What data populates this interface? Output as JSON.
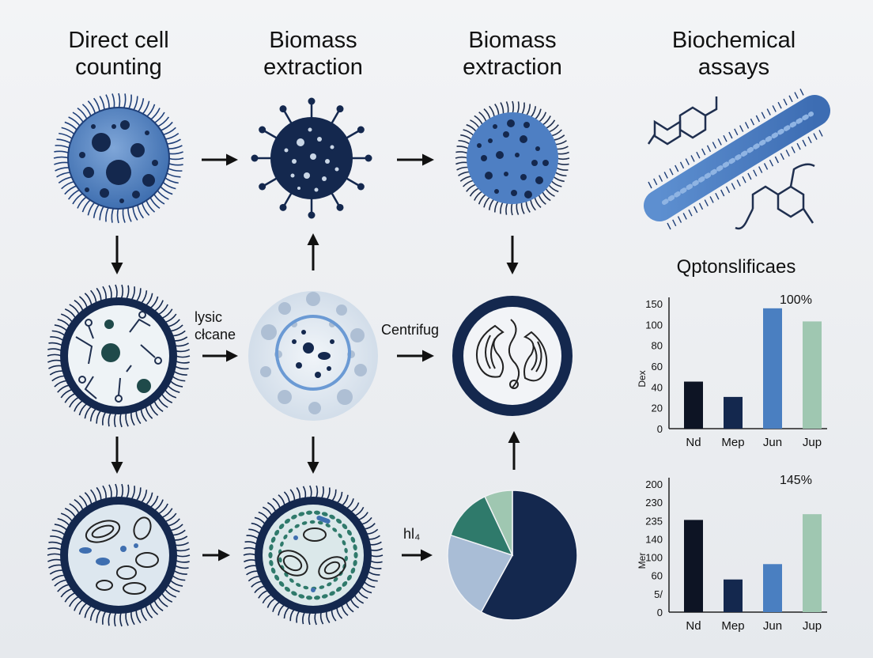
{
  "headings": {
    "col1_line1": "Direct cell",
    "col1_line2": "counting",
    "col2_line1": "Biomass",
    "col2_line2": "extraction",
    "col3_line1": "Biomass",
    "col3_line2": "extraction",
    "col4_line1": "Biochemical",
    "col4_line2": "assays"
  },
  "labels": {
    "lysis_line1": "lysic",
    "lysis_line2": "cłcane",
    "centrifuge": "Centrifug",
    "bottom_arrow": "hl₄"
  },
  "palette": {
    "navy": "#14284e",
    "blue": "#4a7fc1",
    "light_blue": "#a9bdd6",
    "teal": "#2f7a6b",
    "mint": "#9fc7b1",
    "black": "#0d1424"
  },
  "chart_data": [
    {
      "type": "bar",
      "title": "Qptonslificaes",
      "categories": [
        "Nd",
        "Mep",
        "Jun",
        "Jup"
      ],
      "values": [
        43,
        29,
        110,
        98
      ],
      "colors": [
        "#0d1424",
        "#14284e",
        "#4a7fc1",
        "#9fc7b1"
      ],
      "ylabel": "Dex",
      "yticks": [
        "0",
        "20",
        "40",
        "60",
        "80",
        "100",
        "150"
      ],
      "annotation": "100%",
      "ylim": [
        0,
        120
      ]
    },
    {
      "type": "bar",
      "title": "",
      "categories": [
        "Nd",
        "Mep",
        "Jun",
        "Jup"
      ],
      "values": [
        4.8,
        1.7,
        2.5,
        5.1
      ],
      "colors": [
        "#0d1424",
        "#14284e",
        "#4a7fc1",
        "#9fc7b1"
      ],
      "ylabel": "Mer",
      "yticks": [
        "0",
        "5/",
        "60",
        "100",
        "140",
        "235",
        "230",
        "200"
      ],
      "annotation": "145%",
      "ylim": [
        0,
        7
      ]
    }
  ],
  "pie_data": {
    "type": "pie",
    "slices": [
      {
        "value": 58,
        "color": "#14284e"
      },
      {
        "value": 22,
        "color": "#a9bdd6"
      },
      {
        "value": 13,
        "color": "#2f7a6b"
      },
      {
        "value": 7,
        "color": "#9fc7b1"
      }
    ]
  }
}
